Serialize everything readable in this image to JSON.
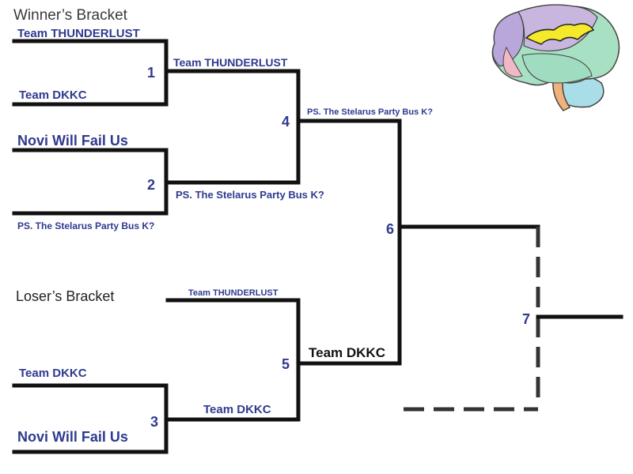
{
  "headings": {
    "winners": "Winner’s Bracket",
    "losers": "Loser’s Bracket"
  },
  "matches": {
    "m1": "1",
    "m2": "2",
    "m3": "3",
    "m4": "4",
    "m5": "5",
    "m6": "6",
    "m7": "7"
  },
  "teams": {
    "w_r1_a": "Team THUNDERLUST",
    "w_r1_b": "Team DKKC",
    "w_r1_c": "Novi Will Fail Us",
    "w_r1_d": "PS. The Stelarus Party Bus K?",
    "w_r2_a": "Team THUNDERLUST",
    "w_r2_b": "PS. The Stelarus Party Bus K?",
    "w_r3": "PS. The Stelarus Party Bus K?",
    "l_top": "Team THUNDERLUST",
    "l_r1_a": "Team DKKC",
    "l_r1_b": "Novi Will Fail Us",
    "l_r2": "Team DKKC",
    "l_final": "Team DKKC"
  },
  "colors": {
    "team_text": "#2f3a8f",
    "lines": "#111111"
  },
  "logo": {
    "icon": "brain-icon"
  }
}
